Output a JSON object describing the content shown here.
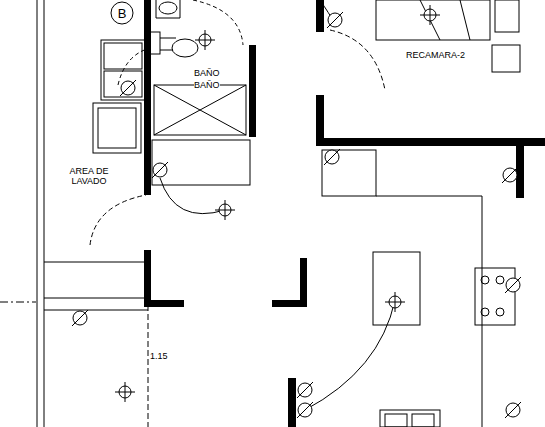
{
  "diagram": {
    "nodes": [
      {
        "text": [
          "B"
        ]
      }
    ],
    "labels": [
      "BAÑO",
      "BAÑO",
      "RECAMARA-2",
      "AREA DE LAVADO",
      "1.15"
    ]
  }
}
